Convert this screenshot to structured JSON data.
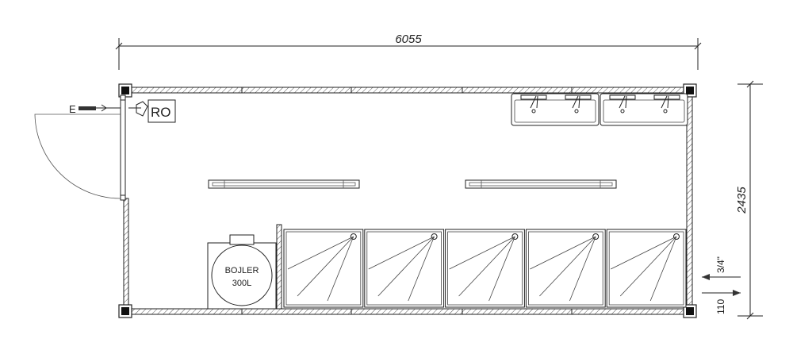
{
  "dimensions": {
    "width_label": "6055",
    "height_label": "2435",
    "pipe_label": "3/4\"",
    "floor_offset_label": "110"
  },
  "labels": {
    "electric": "E",
    "ro": "RO",
    "boiler_line1": "BOJLER",
    "boiler_line2": "300L"
  },
  "fixtures": {
    "shower_count": 5,
    "sink_count": 4
  }
}
